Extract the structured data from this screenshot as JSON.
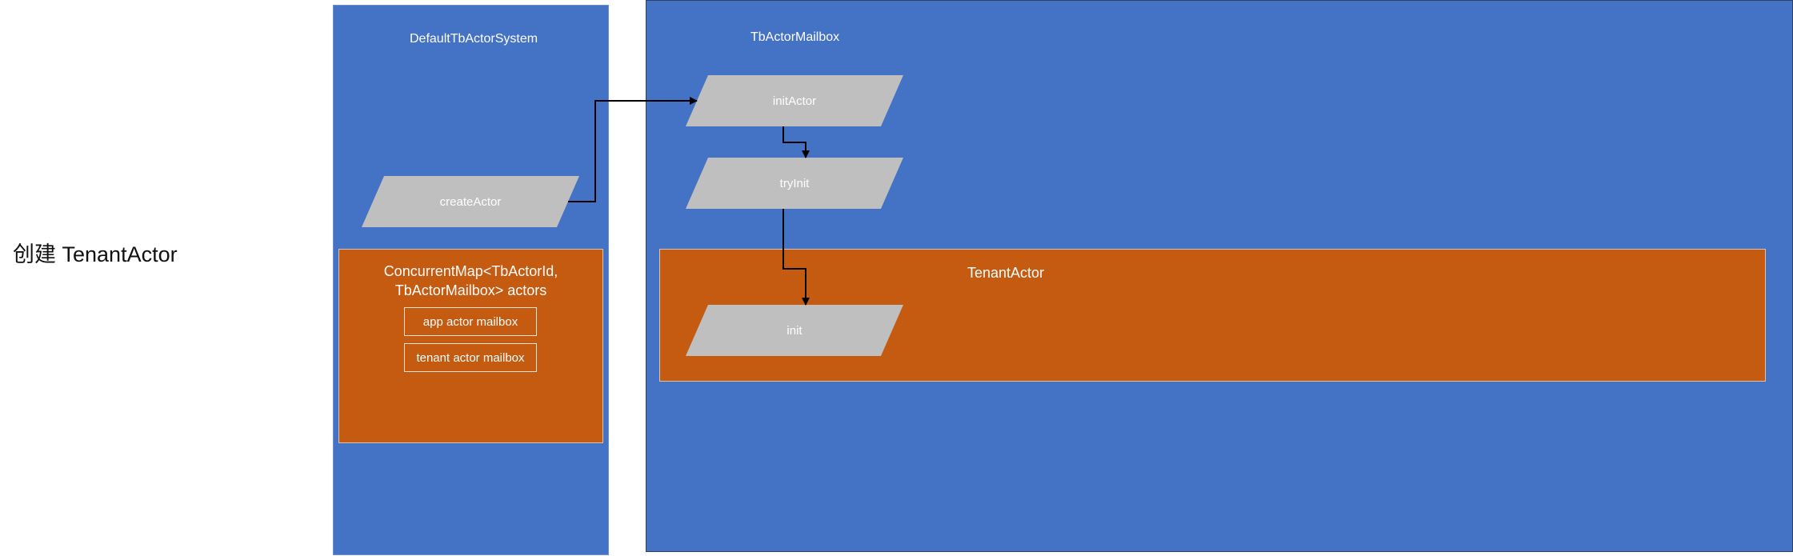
{
  "side_label": "创建 TenantActor",
  "system_panel": {
    "title": "DefaultTbActorSystem",
    "create_step": "createActor",
    "actors_map": {
      "title_line1": "ConcurrentMap<TbActorId,",
      "title_line2": "TbActorMailbox> actors",
      "items": [
        "app actor mailbox",
        "tenant actor mailbox"
      ]
    }
  },
  "mailbox_panel": {
    "title": "TbActorMailbox",
    "steps": [
      "initActor",
      "tryInit"
    ],
    "tenant_actor": {
      "title": "TenantActor",
      "step": "init"
    }
  },
  "colors": {
    "panel_blue": "#4472c4",
    "box_orange": "#c55a11",
    "step_gray": "#bfbfbf",
    "text_white": "#ffffff",
    "connector_black": "#000000"
  }
}
